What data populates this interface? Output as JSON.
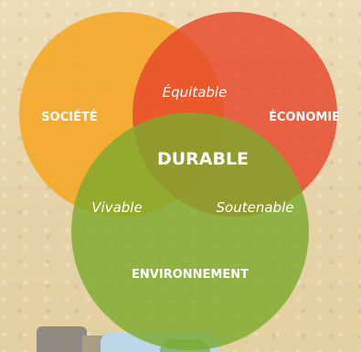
{
  "circles": {
    "society": {
      "label": "SOCIÉTÉ",
      "color": "#f5a623"
    },
    "economy": {
      "label": "ÉCONOMIE",
      "color": "#e8472a"
    },
    "environment": {
      "label": "ENVIRONNEMENT",
      "color": "#7aaa2c"
    }
  },
  "intersections": {
    "equitable": "Équitable",
    "viable": "Vivable",
    "sustainable": "Soutenable",
    "center": "DURABLE"
  }
}
